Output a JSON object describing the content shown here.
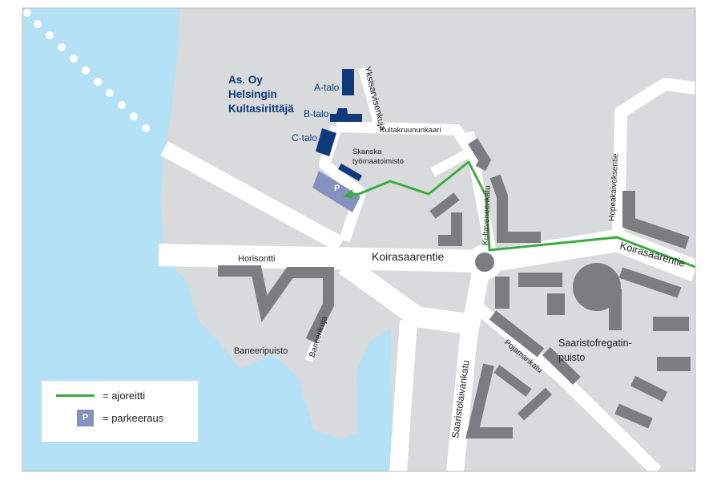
{
  "colors": {
    "water": "#b5e1f6",
    "land": "#d9dadc",
    "road": "#ffffff",
    "building": "#7c7d81",
    "own_building": "#0e3a7c",
    "parking": "#8592bf",
    "route": "#3aac3f"
  },
  "housing_company": {
    "line1": "As. Oy",
    "line2": "Helsingin",
    "line3": "Kultasirittäjä"
  },
  "buildings": {
    "a": "A-talo",
    "b": "B-talo",
    "c": "C-talo"
  },
  "site_office": {
    "line1": "Skanska",
    "line2": "työmaatoimisto"
  },
  "parking_label": "P",
  "streets": {
    "yksisarvisenkuja": "Yksisarvisenkuja",
    "kultakruununkaari": "Kultakruununkaari",
    "horisontti": "Horisontti",
    "koirasaarentie_1": "Koirasaarentie",
    "koirasaarentie_2": "Koirasaarentie",
    "kultaveneenkatu": "Kultaveneenkatu",
    "hopeakaivoksentie": "Hopeakaivoksentie",
    "baneerikuja": "Baneerikuja",
    "saaristolaivankatu": "Saaristolaivankatu",
    "pojamankatu": "Pojamankatu"
  },
  "parks": {
    "baneeripuisto": "Baneeripuisto",
    "saaristofregatin_1": "Saaristofregatin-",
    "saaristofregatin_2": "puisto"
  },
  "legend": {
    "route": "= ajoreitti",
    "parking_symbol": "P",
    "parking": "= parkeeraus"
  }
}
